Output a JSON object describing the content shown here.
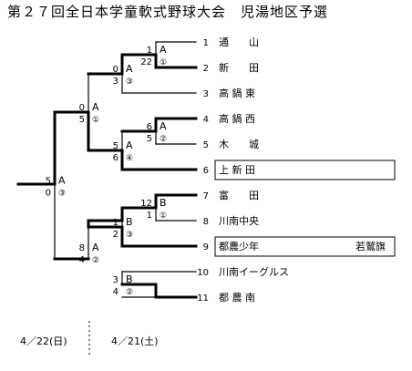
{
  "title": "第２７回全日本学童軟式野球大会　児湯地区予選",
  "teams": [
    {
      "num": "1",
      "name": "通　　山",
      "note": "",
      "winner": false
    },
    {
      "num": "2",
      "name": "新　　田",
      "note": "",
      "winner": false
    },
    {
      "num": "3",
      "name": "高 鍋 東",
      "note": "",
      "winner": false
    },
    {
      "num": "4",
      "name": "高 鍋 西",
      "note": "",
      "winner": false
    },
    {
      "num": "5",
      "name": "木　　城",
      "note": "",
      "winner": false
    },
    {
      "num": "6",
      "name": "上 新 田",
      "note": "",
      "winner": true
    },
    {
      "num": "7",
      "name": "富　　田",
      "note": "",
      "winner": false
    },
    {
      "num": "8",
      "name": "川南中央",
      "note": "",
      "winner": false
    },
    {
      "num": "9",
      "name": "都農少年",
      "note": "若鷲旗",
      "winner": false
    },
    {
      "num": "10",
      "name": "川南イーグルス",
      "note": "",
      "winner": false
    },
    {
      "num": "11",
      "name": "都 農 南",
      "note": "",
      "winner": false
    }
  ],
  "matches": [
    {
      "id": "m1",
      "block": "A",
      "game": "①",
      "score_top": "1",
      "score_bottom": "22"
    },
    {
      "id": "m2",
      "block": "A",
      "game": "②",
      "score_top": "6",
      "score_bottom": "5"
    },
    {
      "id": "m3",
      "block": "B",
      "game": "①",
      "score_top": "12",
      "score_bottom": "1"
    },
    {
      "id": "m4",
      "block": "B",
      "game": "②",
      "score_top": "3",
      "score_bottom": "4"
    },
    {
      "id": "m5",
      "block": "A",
      "game": "③",
      "score_top": "0",
      "score_bottom": "3"
    },
    {
      "id": "m6",
      "block": "A",
      "game": "④",
      "score_top": "5",
      "score_bottom": "6"
    },
    {
      "id": "m7",
      "block": "B",
      "game": "③",
      "score_top": "1",
      "score_bottom": "2"
    },
    {
      "id": "m8",
      "block": "A",
      "game": "①",
      "score_top": "0",
      "score_bottom": "5"
    },
    {
      "id": "m9",
      "block": "A",
      "game": "②",
      "score_top": "8",
      "score_bottom": "4"
    },
    {
      "id": "m10",
      "block": "A",
      "game": "③",
      "score_top": "5",
      "score_bottom": "0"
    }
  ],
  "dates": {
    "final_day": "4／22(日)",
    "first_day": "4／21(土)"
  }
}
